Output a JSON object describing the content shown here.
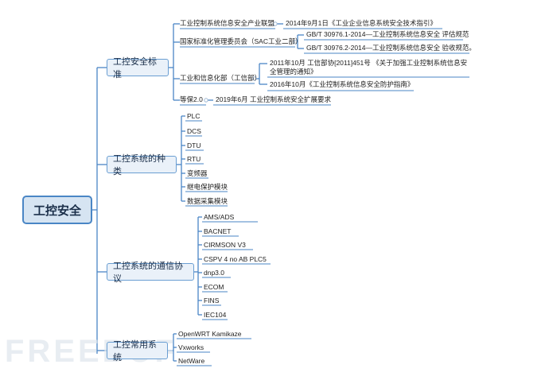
{
  "root": "工控安全",
  "categories": [
    {
      "label": "工控安全标准",
      "children": [
        {
          "label": "工业控制系统信息安全产业联盟",
          "children": [
            "2014年9月1日《工业企业信息系统安全技术指引》"
          ]
        },
        {
          "label": "国家标准化管理委员会（SAC工业二部）",
          "children": [
            "GB/T 30976.1-2014—工业控制系统信息安全 评估规范",
            "GB/T 30976.2-2014—工业控制系统信息安全 验收规范。"
          ]
        },
        {
          "label": "工业和信息化部（工信部）",
          "children": [
            "2011年10月 工信部协[2011]451号 《关于加强工业控制系统信息安全管理的通知》",
            "2016年10月《工业控制系统信息安全防护指南》"
          ]
        },
        {
          "label": "等保2.0",
          "children": [
            "2019年6月 工业控制系统安全扩展要求"
          ]
        }
      ]
    },
    {
      "label": "工控系统的种类",
      "children": [
        "PLC",
        "DCS",
        "DTU",
        "RTU",
        "变频器",
        "继电保护模块",
        "数据采集模块"
      ]
    },
    {
      "label": "工控系统的通信协议",
      "children": [
        "AMS/ADS",
        "BACNET",
        "CIRMSON V3",
        "CSPV 4   no AB PLC5",
        "dnp3.0",
        "ECOM",
        "FINS",
        "IEC104"
      ]
    },
    {
      "label": "工控常用系统",
      "children": [
        "OpenWRT Kamikaze",
        "Vxworks",
        "NetWare"
      ]
    }
  ],
  "watermark": "FREEBUF"
}
